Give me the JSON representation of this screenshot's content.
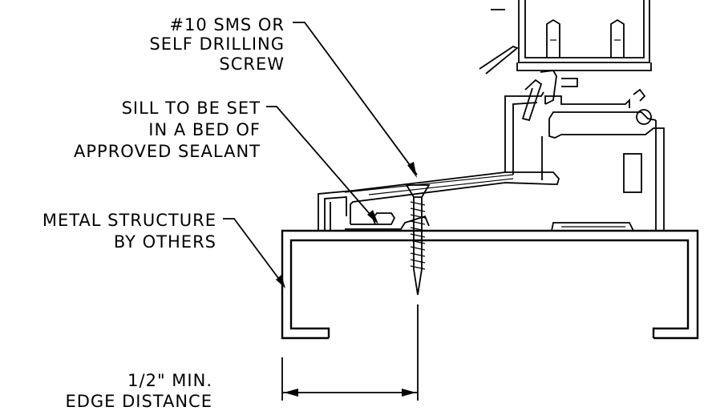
{
  "callouts": {
    "screw": [
      "#10 SMS OR",
      "SELF DRILLING",
      "SCREW"
    ],
    "sill": [
      "SILL TO BE SET",
      "IN A BED OF",
      "APPROVED SEALANT"
    ],
    "structure": [
      "METAL STRUCTURE",
      "BY OTHERS"
    ],
    "edge": [
      "1/2\" MIN.",
      "EDGE DISTANCE"
    ]
  },
  "colors": {
    "ink": "#000000",
    "background": "#ffffff"
  }
}
